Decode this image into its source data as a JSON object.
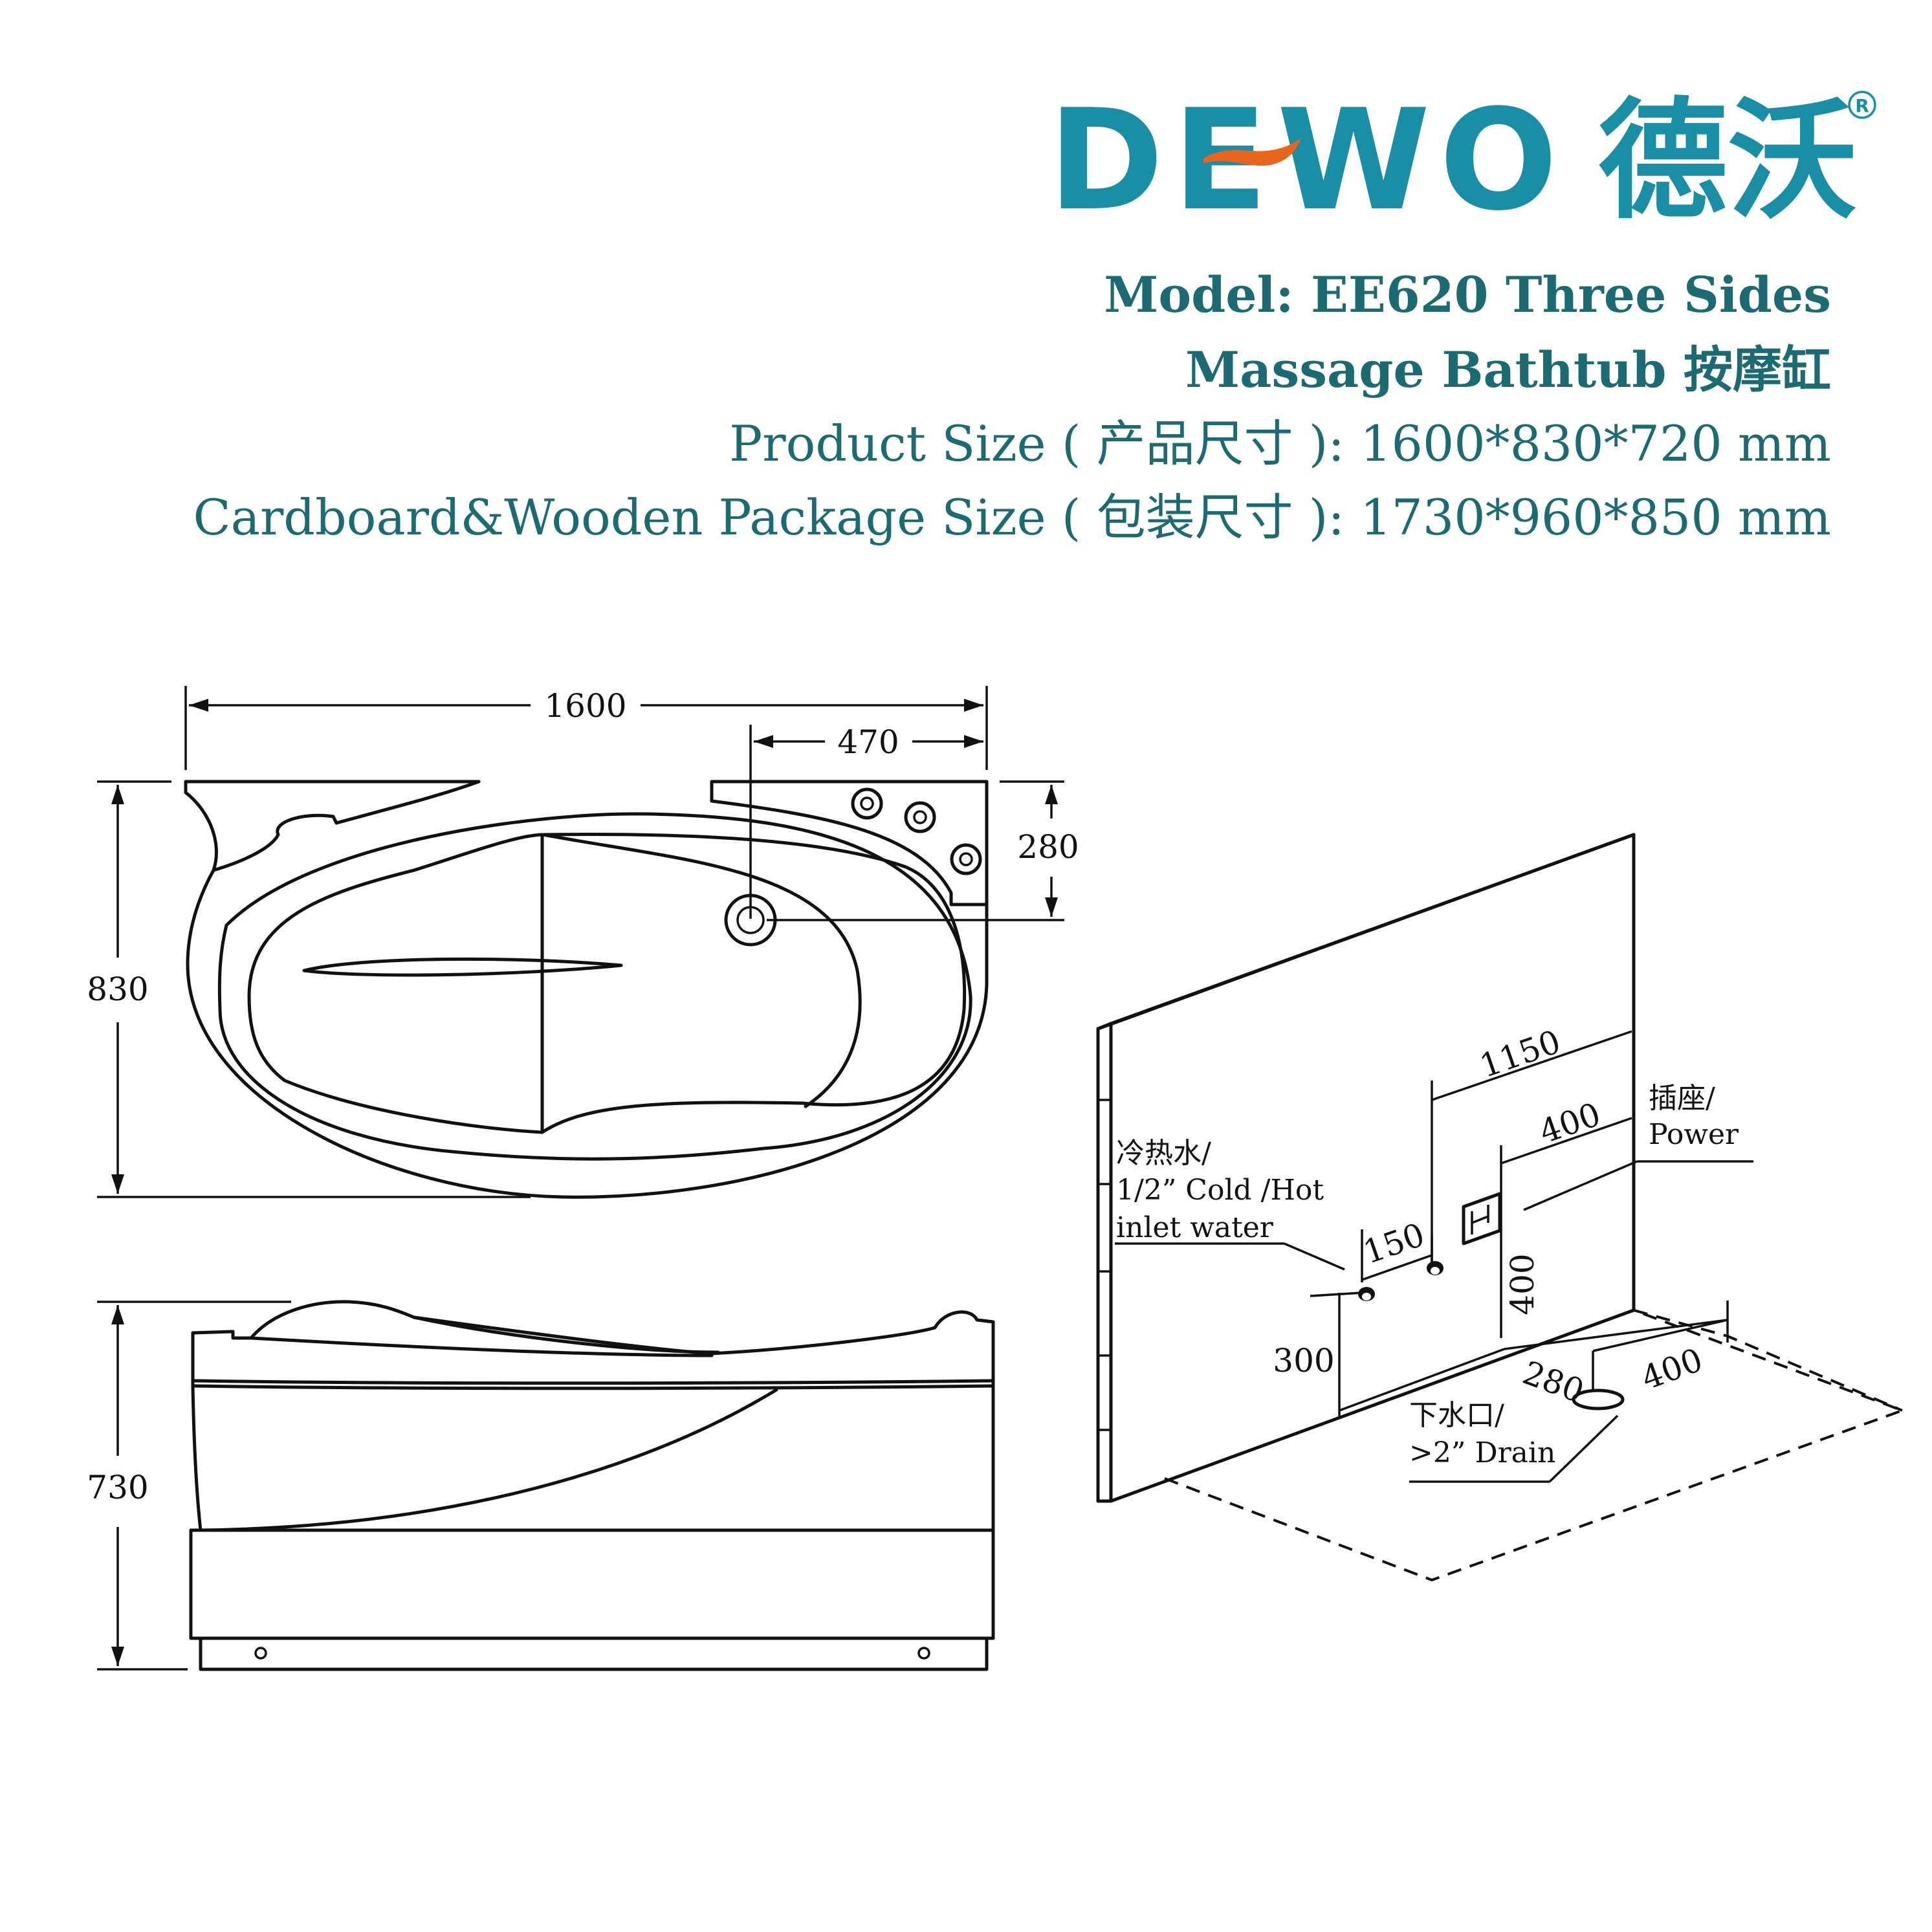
{
  "brand": {
    "latin": "DEWO",
    "chinese": "德沃",
    "registered": "R",
    "colors": {
      "primary": "#1a8ea4",
      "accent": "#e8651e",
      "heading": "#1d6b72"
    }
  },
  "header": {
    "model_line1": "Model: EE620 Three Sides",
    "model_line2": "Massage Bathtub 按摩缸",
    "product_size": "Product Size ( 产品尺寸 ):  1600*830*720 mm",
    "package_size": "Cardboard&Wooden Package Size ( 包装尺寸 ):  1730*960*850 mm"
  },
  "top_view": {
    "length": "1600",
    "drain_offset": "470",
    "drain_depth": "280",
    "width": "830"
  },
  "side_view": {
    "height": "730"
  },
  "install_view": {
    "dim_1150": "1150",
    "dim_400_top": "400",
    "dim_150": "150",
    "dim_400_vertical": "400",
    "dim_300": "300",
    "dim_280": "280",
    "dim_400_floor": "400",
    "power_label_cn": "插座/",
    "power_label_en": "Power",
    "water_label_cn": "冷热水/",
    "water_label_en1": "1/2” Cold /Hot",
    "water_label_en2": "inlet water",
    "drain_label_cn": "下水口/",
    "drain_label_en": ">2” Drain"
  }
}
